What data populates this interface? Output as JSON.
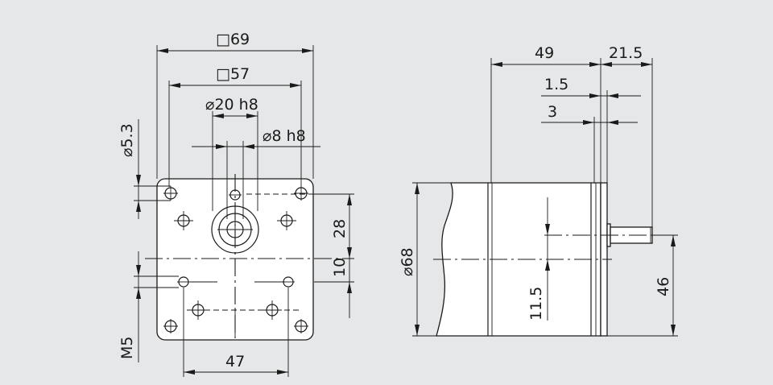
{
  "background": "#e6e7e8",
  "line_color": "#1a1a1a",
  "fill_color": "#ffffff",
  "front_view": {
    "dim_flange_square": "□69",
    "dim_bolt_square": "□57",
    "dim_pilot": "⌀20 h8",
    "dim_shaft": "⌀8 h8",
    "dim_hole": "⌀5.3",
    "dim_thread": "M5",
    "dim_upper_offset": "28",
    "dim_lower_offset": "10",
    "dim_thread_spacing": "47"
  },
  "side_view": {
    "dim_body_length": "49",
    "dim_shaft_length": "21.5",
    "dim_flange_thick": "1.5",
    "dim_pilot_length": "3",
    "dim_body_dia": "⌀68",
    "dim_center_offset": "11.5",
    "dim_shaft_height": "46"
  }
}
